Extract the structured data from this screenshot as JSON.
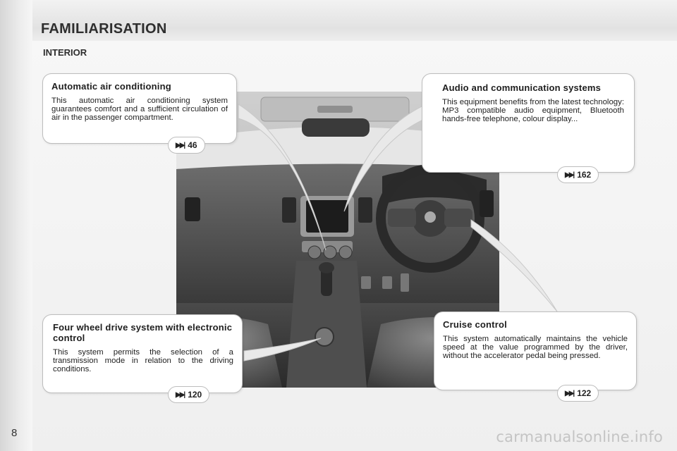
{
  "page": {
    "title": "FAMILIARISATION",
    "section": "INTERIOR",
    "page_number": "8",
    "watermark": "carmanualsonline.info"
  },
  "callouts": {
    "air_conditioning": {
      "title": "Automatic air conditioning",
      "text": "This automatic air conditioning system guarantees comfort and a sufficient circulation of air in the passenger compartment.",
      "ref": "46"
    },
    "audio": {
      "title": "Audio and communication systems",
      "text": "This equipment benefits from the latest technology: MP3 compatible audio equipment, Bluetooth hands-free telephone, colour display...",
      "ref": "162"
    },
    "four_wheel_drive": {
      "title": "Four wheel drive system with electronic control",
      "text": "This system permits the selection of a transmission mode in relation to the driving conditions.",
      "ref": "120"
    },
    "cruise_control": {
      "title": "Cruise control",
      "text": "This system automatically maintains the vehicle speed at the value programmed by the driver, without the accelerator pedal being pressed.",
      "ref": "122"
    }
  },
  "icons": {
    "reference": "page-reference-icon"
  }
}
